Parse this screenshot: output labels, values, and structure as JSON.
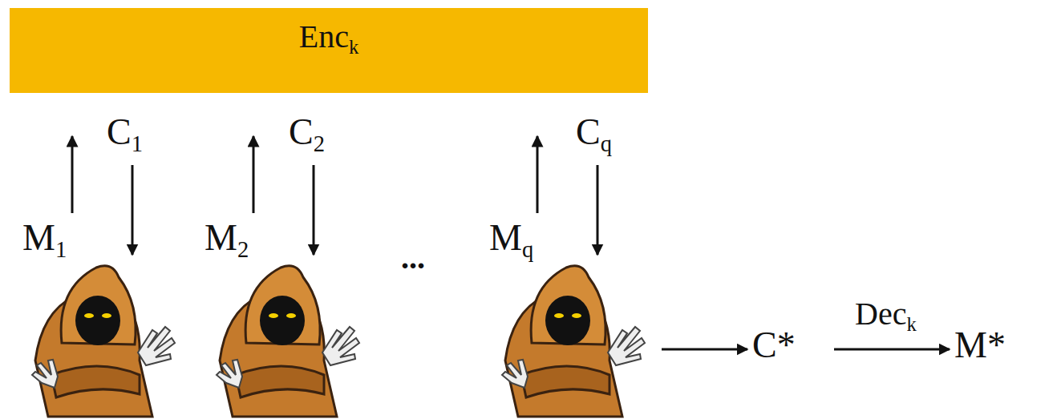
{
  "diagram": {
    "nodes": [
      {
        "text": [
          "Enck"
        ]
      }
    ],
    "labels": [
      "M1",
      "C1",
      "M2",
      "C2",
      "...",
      "Mq",
      "Cq",
      "C*",
      "Deck",
      "M*"
    ]
  }
}
